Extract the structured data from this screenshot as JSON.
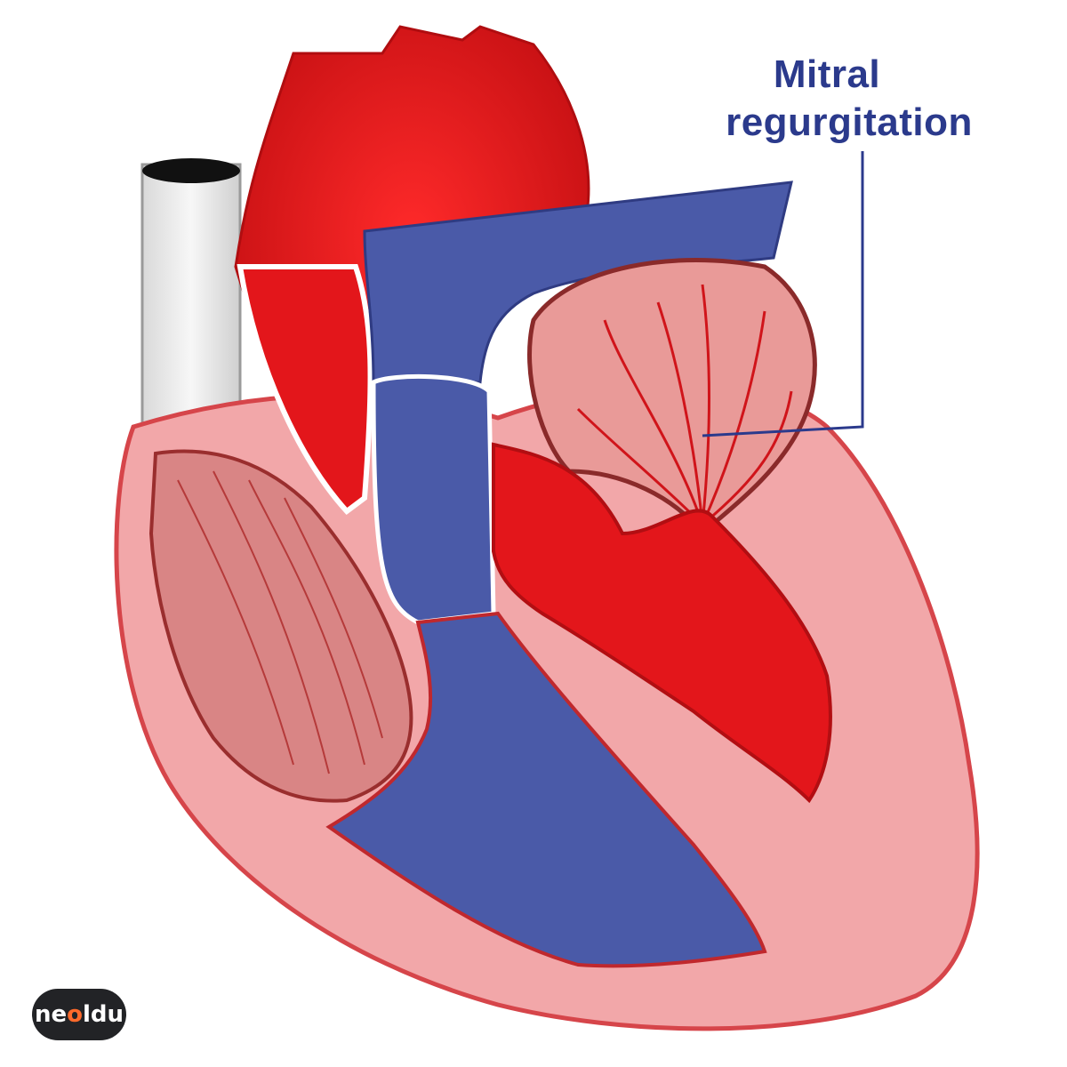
{
  "annotation": {
    "line1": "Mitral",
    "line2": "regurgitation"
  },
  "logo": {
    "text_prefix": "ne",
    "text_accent": "o",
    "text_suffix": "ldu"
  },
  "colors": {
    "oxygenated_blood": "#e3161b",
    "deoxygenated_blood": "#4a5aa8",
    "myocardium": "#f2a7a9",
    "label": "#2b3a8c"
  }
}
